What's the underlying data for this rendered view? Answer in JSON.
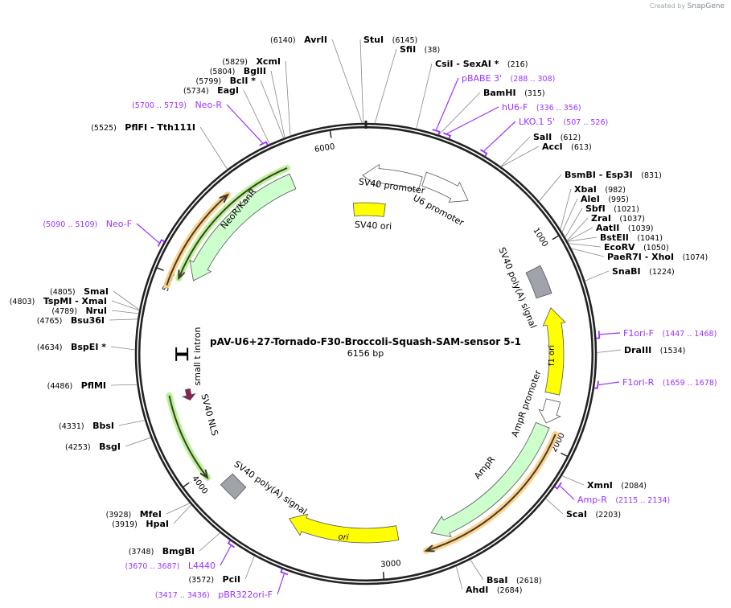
{
  "logo": {
    "created_by": "Created by",
    "brand": "SnapGene"
  },
  "plasmid": {
    "name": "pAV-U6+27-Tornado-F30-Broccoli-Squash-SAM-sensor 5-1",
    "length_label": "6156 bp",
    "length": 6156
  },
  "colors": {
    "backbone": "#222222",
    "site_text": "#000000",
    "site_line": "#888888",
    "primer": "#9933ff",
    "yellow": "#ffff00",
    "green": "#ccffcc",
    "gray": "#a0a4aa",
    "orf_green": "#b3f28a",
    "orf_orange": "#ffcc80",
    "nls": "#8b2252"
  },
  "ticks": [
    "1000",
    "2000",
    "3000",
    "4000",
    "5000",
    "6000"
  ],
  "features": [
    {
      "name": "SV40 promoter",
      "start": 6139,
      "end": 303,
      "direction": "ccw",
      "fill": "#ffffff",
      "kind": "arrow"
    },
    {
      "name": "U6 promoter",
      "start": 316,
      "end": 576,
      "direction": "cw",
      "fill": "#ffffff",
      "kind": "arrow"
    },
    {
      "name": "SV40 ori",
      "start": 6074,
      "end": 127,
      "direction": "none",
      "fill": "#ffff00",
      "kind": "box"
    },
    {
      "name": "SV40 poly(A) signal",
      "start": 1080,
      "end": 1230,
      "direction": "none",
      "fill": "#a0a4aa",
      "kind": "box"
    },
    {
      "name": "f1 ori",
      "start": 1300,
      "end": 1744,
      "direction": "ccw",
      "fill": "#ffff00",
      "kind": "arrow"
    },
    {
      "name": "AmpR promoter",
      "start": 1778,
      "end": 1898,
      "direction": "cw",
      "fill": "#ffffff",
      "kind": "arrow"
    },
    {
      "name": "AmpR",
      "start": 1915,
      "end": 2736,
      "direction": "cw",
      "fill": "#ccffcc",
      "kind": "arrow"
    },
    {
      "name": "ori",
      "start": 2907,
      "end": 3505,
      "direction": "cw",
      "fill": "#ffff00",
      "kind": "arrow"
    },
    {
      "name": "SV40 poly(A) signal",
      "start": 3796,
      "end": 3899,
      "direction": "none",
      "fill": "#a0a4aa",
      "kind": "box"
    },
    {
      "name": "SV40 NLS",
      "start": 4365,
      "end": 4425,
      "direction": "ccw",
      "fill": "#8b2252",
      "kind": "arrow"
    },
    {
      "name": "small t intron",
      "start": 4580,
      "end": 4650,
      "direction": "none",
      "fill": "#000000",
      "kind": "intron"
    },
    {
      "name": "NeoR/KanR",
      "start": 5010,
      "end": 5763,
      "direction": "ccw",
      "fill": "#ccffcc",
      "kind": "arrow"
    }
  ],
  "orfs": [
    {
      "start": 1932,
      "end": 2787,
      "direction": "cw",
      "color": "#ffcc80"
    },
    {
      "start": 3967,
      "end": 4412,
      "direction": "ccw",
      "color": "#b3f28a"
    },
    {
      "start": 4993,
      "end": 5763,
      "direction": "ccw",
      "color": "#b3f28a"
    },
    {
      "start": 4942,
      "end": 5455,
      "direction": "cw",
      "color": "#ffcc80"
    }
  ],
  "sites": [
    {
      "name": "AvrII",
      "location": "(6140)",
      "pos": 6140,
      "side": "left"
    },
    {
      "name": "XcmI",
      "location": "(5829)",
      "pos": 5829,
      "side": "left"
    },
    {
      "name": "BglII",
      "location": "(5804)",
      "pos": 5804,
      "side": "left"
    },
    {
      "name": "BclI *",
      "location": "(5799)",
      "pos": 5799,
      "side": "left"
    },
    {
      "name": "EagI",
      "location": "(5734)",
      "pos": 5734,
      "side": "left"
    },
    {
      "name": "PflFI   - Tth111I",
      "location": "(5525)",
      "pos": 5525,
      "side": "left"
    },
    {
      "name": "StuI",
      "location": "(6145)",
      "pos": 6145,
      "side": "right"
    },
    {
      "name": "SfiI",
      "location": "(38)",
      "pos": 38,
      "side": "right"
    },
    {
      "name": "CsiI  - SexAI *",
      "location": "(216)",
      "pos": 216,
      "side": "right"
    },
    {
      "name": "BamHI",
      "location": "(315)",
      "pos": 315,
      "side": "right"
    },
    {
      "name": "SalI",
      "location": "(612)",
      "pos": 612,
      "side": "right"
    },
    {
      "name": "AccI",
      "location": "(613)",
      "pos": 613,
      "side": "right"
    },
    {
      "name": "BsmBI   - Esp3I",
      "location": "(831)",
      "pos": 831,
      "side": "right"
    },
    {
      "name": "XbaI",
      "location": "(982)",
      "pos": 982,
      "side": "right"
    },
    {
      "name": "AleI",
      "location": "(995)",
      "pos": 995,
      "side": "right"
    },
    {
      "name": "SbfI",
      "location": "(1021)",
      "pos": 1021,
      "side": "right"
    },
    {
      "name": "ZraI",
      "location": "(1037)",
      "pos": 1037,
      "side": "right"
    },
    {
      "name": "AatII",
      "location": "(1039)",
      "pos": 1039,
      "side": "right"
    },
    {
      "name": "BstEII",
      "location": "(1041)",
      "pos": 1041,
      "side": "right"
    },
    {
      "name": "EcoRV",
      "location": "(1050)",
      "pos": 1050,
      "side": "right"
    },
    {
      "name": "PaeR7I   - XhoI",
      "location": "(1074)",
      "pos": 1074,
      "side": "right"
    },
    {
      "name": "SnaBI",
      "location": "(1224)",
      "pos": 1224,
      "side": "right"
    },
    {
      "name": "DraIII",
      "location": "(1534)",
      "pos": 1534,
      "side": "right"
    },
    {
      "name": "XmnI",
      "location": "(2084)",
      "pos": 2084,
      "side": "right"
    },
    {
      "name": "ScaI",
      "location": "(2203)",
      "pos": 2203,
      "side": "right"
    },
    {
      "name": "BsaI",
      "location": "(2618)",
      "pos": 2618,
      "side": "right"
    },
    {
      "name": "AhdI",
      "location": "(2684)",
      "pos": 2684,
      "side": "right"
    },
    {
      "name": "SmaI",
      "location": "(4805)",
      "pos": 4805,
      "side": "left"
    },
    {
      "name": "TspMI   - XmaI",
      "location": "(4803)",
      "pos": 4803,
      "side": "left"
    },
    {
      "name": "NruI",
      "location": "(4789)",
      "pos": 4789,
      "side": "left"
    },
    {
      "name": "Bsu36I",
      "location": "(4765)",
      "pos": 4765,
      "side": "left"
    },
    {
      "name": "BspEI *",
      "location": "(4634)",
      "pos": 4634,
      "side": "left"
    },
    {
      "name": "PflMI",
      "location": "(4486)",
      "pos": 4486,
      "side": "left"
    },
    {
      "name": "BbsI",
      "location": "(4331)",
      "pos": 4331,
      "side": "left"
    },
    {
      "name": "BsgI",
      "location": "(4253)",
      "pos": 4253,
      "side": "left"
    },
    {
      "name": "MfeI",
      "location": "(3928)",
      "pos": 3928,
      "side": "left"
    },
    {
      "name": "HpaI",
      "location": "(3919)",
      "pos": 3919,
      "side": "left"
    },
    {
      "name": "BmgBI",
      "location": "(3748)",
      "pos": 3748,
      "side": "left"
    },
    {
      "name": "PciI",
      "location": "(3572)",
      "pos": 3572,
      "side": "left"
    }
  ],
  "primers": [
    {
      "name": "Neo-R",
      "location": "(5700 .. 5719)",
      "start": 5700,
      "end": 5719,
      "side": "left"
    },
    {
      "name": "pBABE 3'",
      "location": "(288 .. 308)",
      "start": 288,
      "end": 308,
      "side": "right"
    },
    {
      "name": "hU6-F",
      "location": "(336 .. 356)",
      "start": 336,
      "end": 356,
      "side": "right"
    },
    {
      "name": "LKO.1 5'",
      "location": "(507 .. 526)",
      "start": 507,
      "end": 526,
      "side": "right"
    },
    {
      "name": "F1ori-F",
      "location": "(1447 .. 1468)",
      "start": 1447,
      "end": 1468,
      "side": "right"
    },
    {
      "name": "F1ori-R",
      "location": "(1659 .. 1678)",
      "start": 1659,
      "end": 1678,
      "side": "right"
    },
    {
      "name": "Amp-R",
      "location": "(2115 .. 2134)",
      "start": 2115,
      "end": 2134,
      "side": "right"
    },
    {
      "name": "Neo-F",
      "location": "(5090 .. 5109)",
      "start": 5090,
      "end": 5109,
      "side": "left"
    },
    {
      "name": "L4440",
      "location": "(3670 .. 3687)",
      "start": 3670,
      "end": 3687,
      "side": "left"
    },
    {
      "name": "pBR322ori-F",
      "location": "(3417 .. 3436)",
      "start": 3417,
      "end": 3436,
      "side": "left"
    }
  ]
}
